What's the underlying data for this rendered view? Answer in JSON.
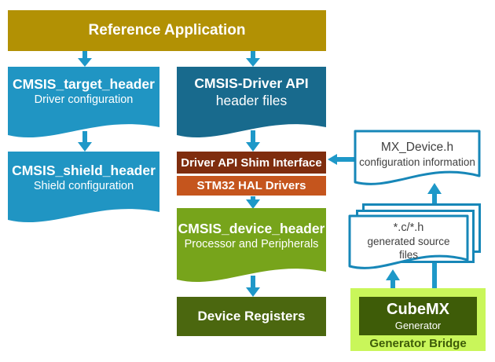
{
  "diagram": {
    "reference_app": {
      "label": "Reference Application"
    },
    "target_header": {
      "title": "CMSIS_target_header",
      "subtitle": "Driver configuration"
    },
    "driver_api": {
      "title": "CMSIS-Driver API",
      "subtitle": "header files"
    },
    "shield_header": {
      "title": "CMSIS_shield_header",
      "subtitle": "Shield configuration"
    },
    "shim": {
      "label": "Driver API Shim Interface"
    },
    "hal": {
      "label": "STM32 HAL Drivers"
    },
    "device_header": {
      "title": "CMSIS_device_header",
      "subtitle": "Processor and Peripherals"
    },
    "device_registers": {
      "label": "Device Registers"
    },
    "mx_device": {
      "title": "MX_Device.h",
      "subtitle": "configuration information"
    },
    "source_files": {
      "title": "*.c/*.h",
      "subtitle": "generated source files"
    },
    "cubemx": {
      "title": "CubeMX",
      "subtitle": "Generator"
    },
    "generator_bridge": {
      "label": "Generator Bridge"
    },
    "colors": {
      "gold": "#B29104",
      "light_blue": "#2095C3",
      "dark_teal": "#186A8D",
      "brown": "#7F2D0E",
      "orange": "#C5551D",
      "green": "#77A41B",
      "dark_green": "#4B670F",
      "cubemx_green": "#3E5C08",
      "light_green": "#C9F65A",
      "arrow_teal": "#1E98C8",
      "doc_border": "#1787B8",
      "doc_text": "#404040"
    }
  }
}
